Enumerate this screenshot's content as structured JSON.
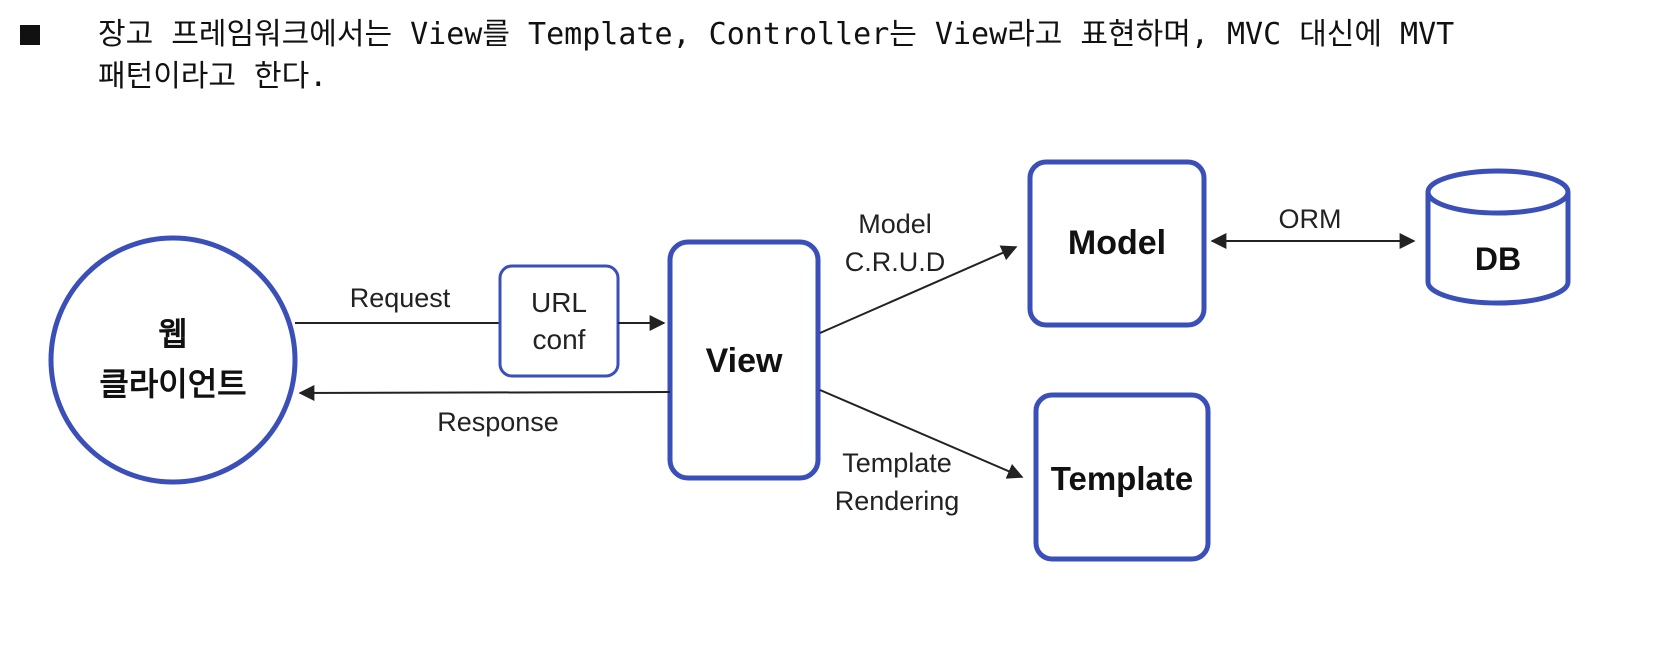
{
  "paragraph": {
    "line1": "장고 프레임워크에서는 View를 Template, Controller는 View라고 표현하며, MVC 대신에 MVT",
    "line2": "패턴이라고 한다."
  },
  "diagram": {
    "client": {
      "line1": "웹",
      "line2": "클라이언트"
    },
    "url_conf": {
      "line1": "URL",
      "line2": "conf"
    },
    "view": "View",
    "model": "Model",
    "template": "Template",
    "db": "DB",
    "request": "Request",
    "response": "Response",
    "crud": {
      "line1": "Model",
      "line2": "C.R.U.D"
    },
    "orm": "ORM",
    "rendering": {
      "line1": "Template",
      "line2": "Rendering"
    }
  },
  "colors": {
    "box_border": "#3a4fb8",
    "arrow": "#222222",
    "text": "#111111"
  }
}
